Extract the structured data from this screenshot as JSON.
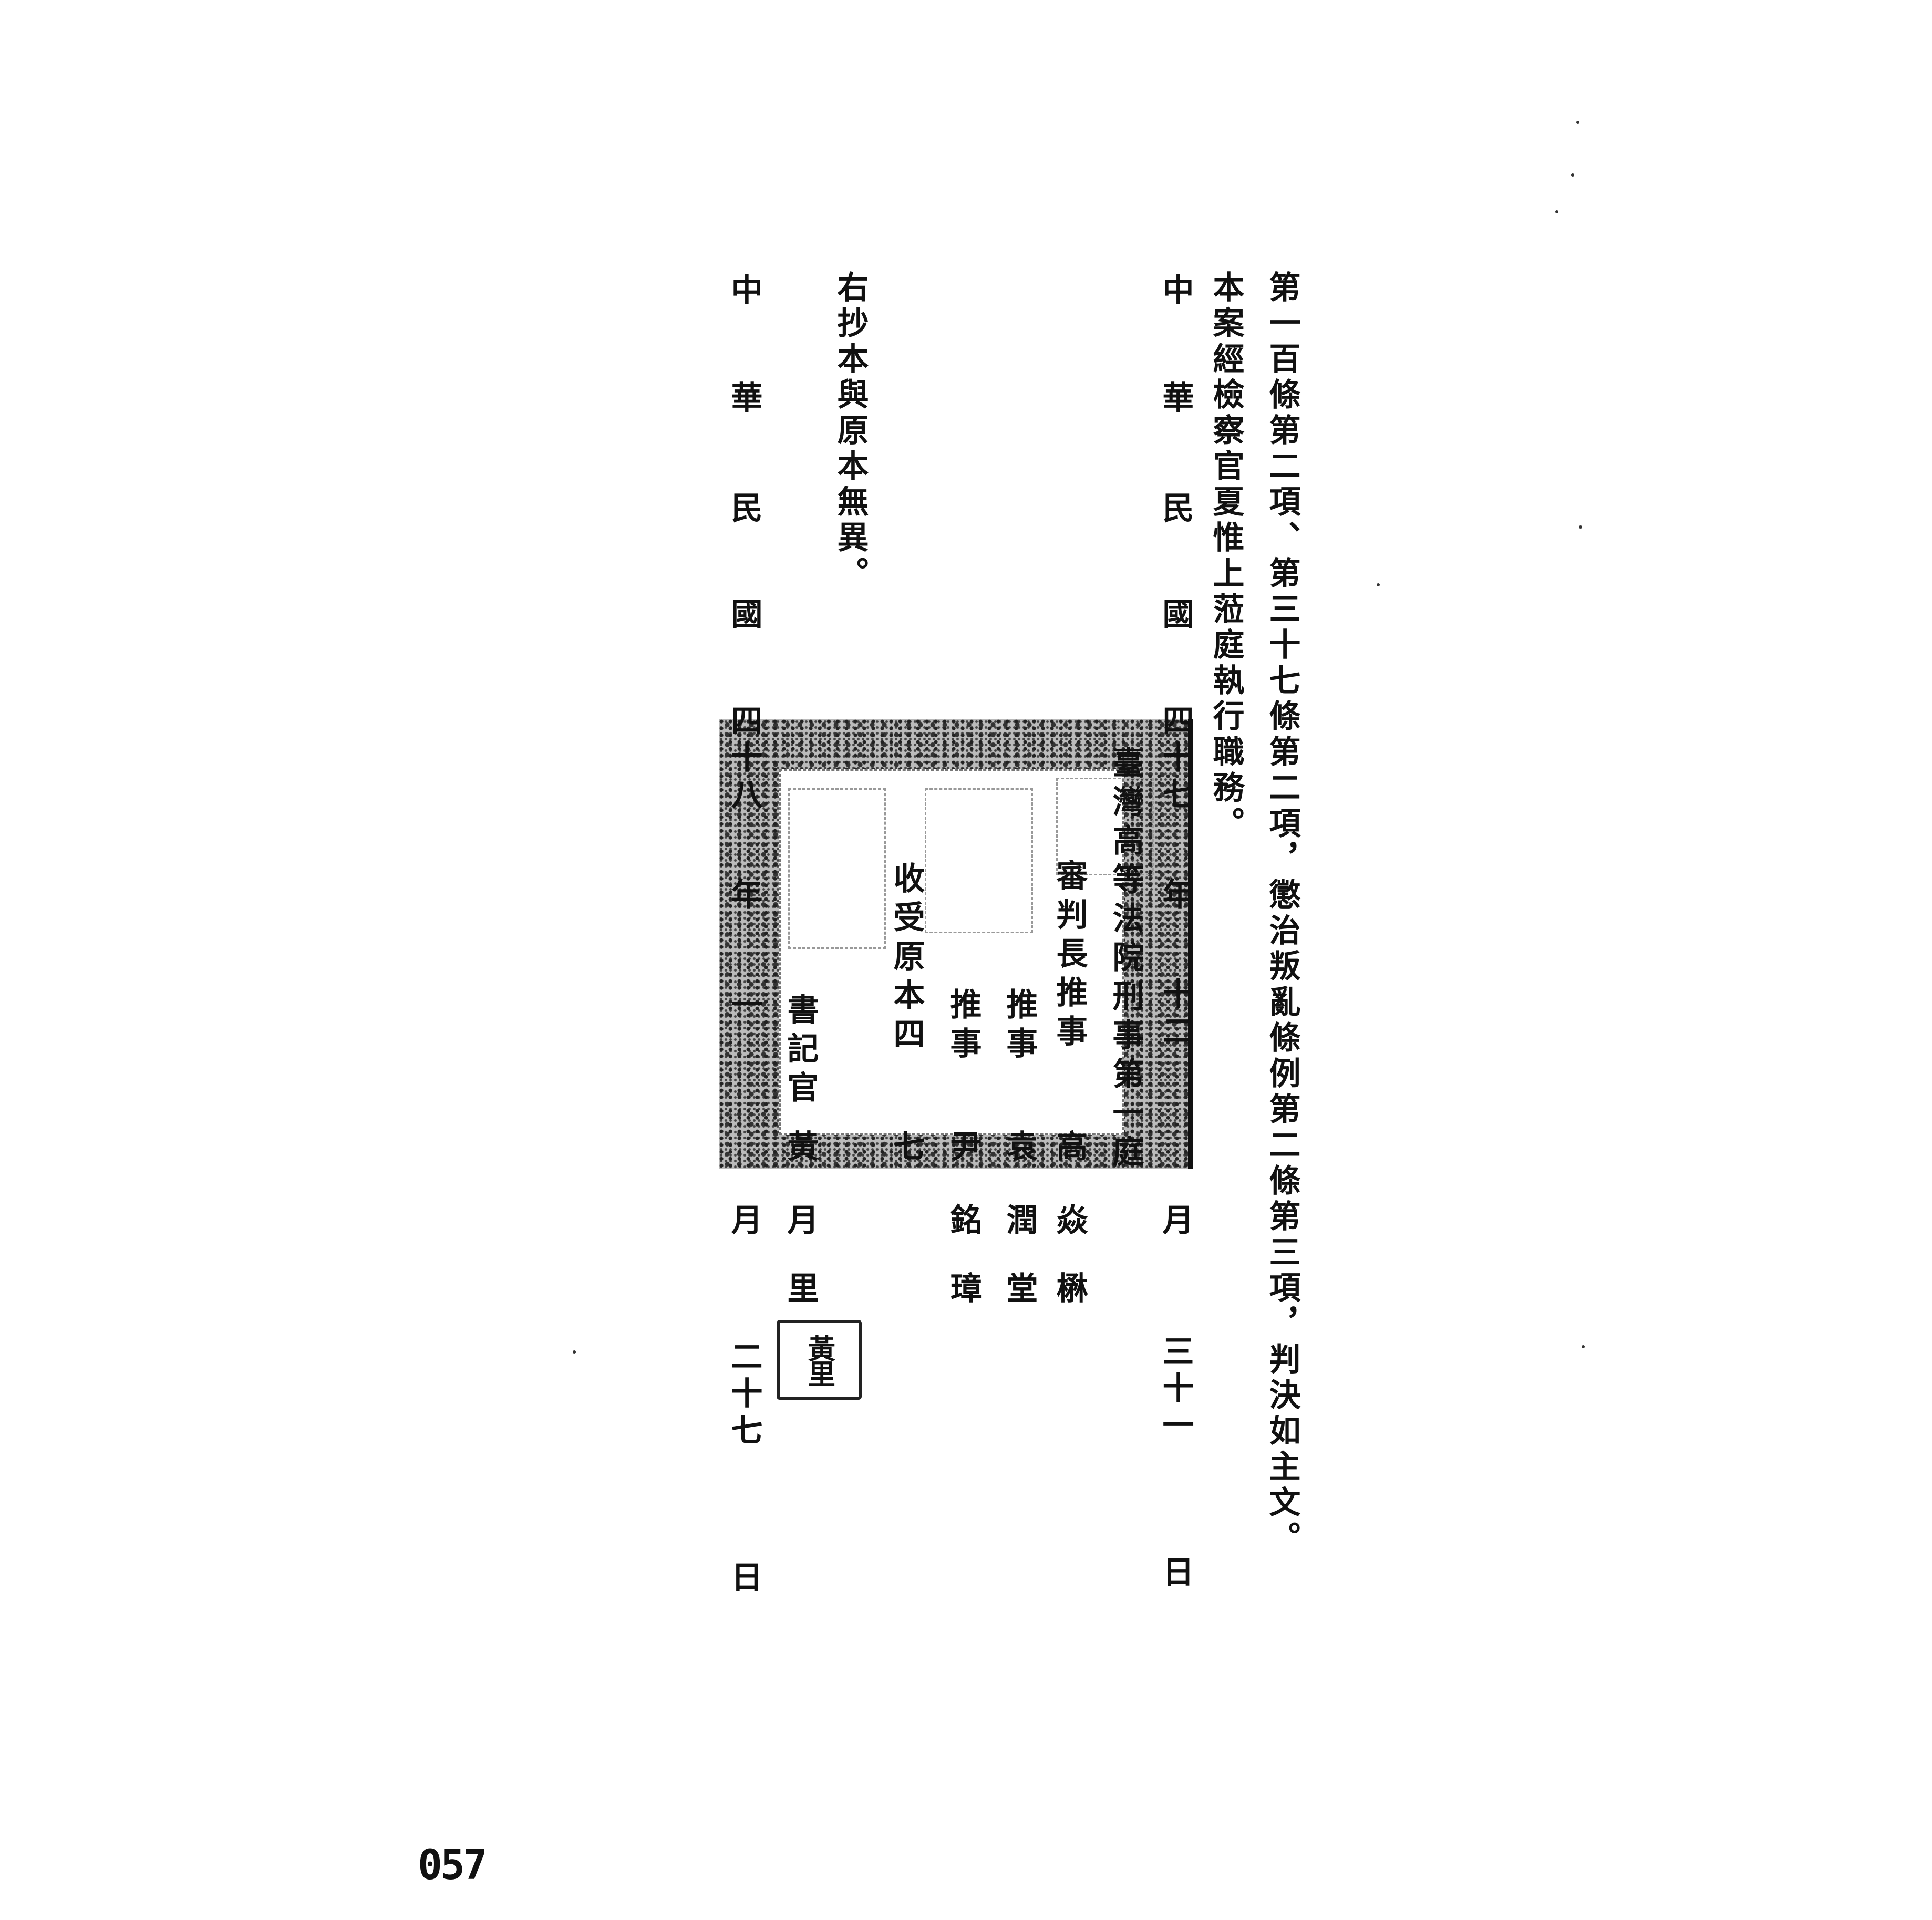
{
  "judgment": {
    "statute_line": "第一百條第二項、第三十七條第二項，懲治叛亂條例第二條第三項，判決如主文。",
    "prosecutor_line": "本案經檢察官夏惟上蒞庭執行職務。"
  },
  "judgment_date": {
    "chars": [
      "中",
      "華",
      "民",
      "國",
      "四十七",
      "年",
      "十二",
      "月",
      "三十一",
      "日"
    ]
  },
  "court": {
    "name": "臺灣高等法院刑事第一庭",
    "presiding_title": "審判長推事",
    "presiding_name": [
      "高",
      "焱",
      "楙"
    ],
    "judge1_title": "推事",
    "judge1_name": [
      "袁",
      "潤",
      "堂"
    ],
    "judge2_title": "推事",
    "judge2_name": [
      "尹",
      "銘",
      "璋"
    ],
    "received_stamp": "收受原本四",
    "received_stamp_tail": "七",
    "clerk_title": "書記官",
    "clerk_name": [
      "黃",
      "月",
      "里"
    ],
    "clerk_seal": "黃里"
  },
  "certification": "右抄本與原本無異。",
  "copy_date": {
    "chars": [
      "中",
      "華",
      "民",
      "國",
      "四十八",
      "年",
      "一",
      "月",
      "二十七",
      "日"
    ]
  },
  "page_number": "057"
}
